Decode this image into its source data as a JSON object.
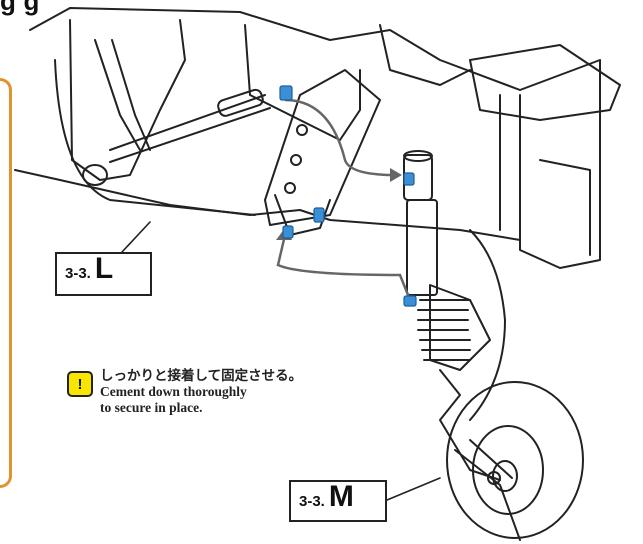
{
  "heading": "g      g",
  "labels": {
    "step_L": {
      "prefix": "3-3.",
      "letter": "L"
    },
    "step_M": {
      "prefix": "3-3.",
      "letter": "M"
    }
  },
  "note": {
    "icon_glyph": "!",
    "icon_color": "#f7e600",
    "lines": [
      "しっかりと接着して固定させる。",
      "Cement down thoroughly",
      "to secure in place."
    ]
  },
  "accent_color": "#e0922f",
  "marker_color": "#3a8fd6"
}
